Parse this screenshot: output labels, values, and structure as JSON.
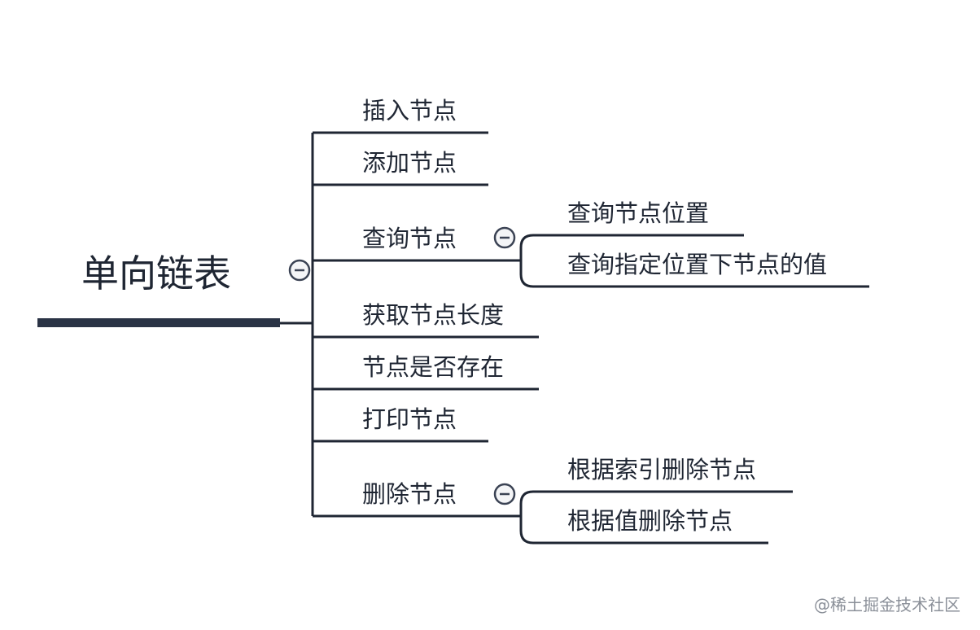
{
  "root": {
    "label": "单向链表"
  },
  "branches": [
    {
      "label": "插入节点"
    },
    {
      "label": "添加节点"
    },
    {
      "label": "查询节点",
      "children": [
        "查询节点位置",
        "查询指定位置下节点的值"
      ]
    },
    {
      "label": "获取节点长度"
    },
    {
      "label": "节点是否存在"
    },
    {
      "label": "打印节点"
    },
    {
      "label": "删除节点",
      "children": [
        "根据索引删除节点",
        "根据值删除节点"
      ]
    }
  ],
  "watermark": "@稀土掘金技术社区",
  "colors": {
    "line": "#1f2633",
    "root_bar": "#2a3345",
    "text": "#1f2633"
  }
}
